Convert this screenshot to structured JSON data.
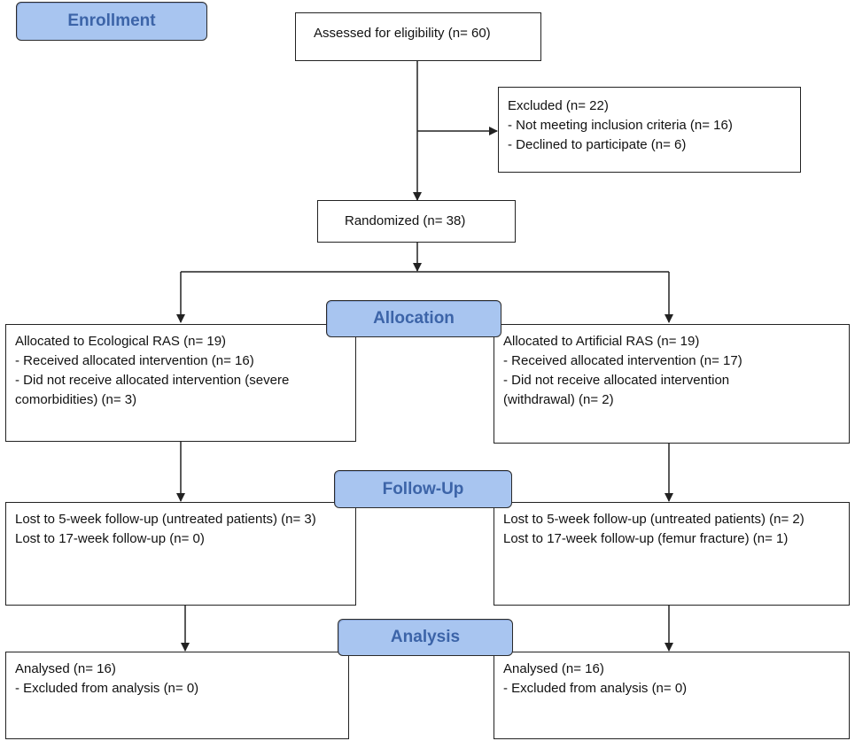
{
  "stages": {
    "enrollment": "Enrollment",
    "allocation": "Allocation",
    "follow_up": "Follow-Up",
    "analysis": "Analysis"
  },
  "assessed": "Assessed for eligibility (n= 60)",
  "excluded": {
    "title": "Excluded  (n= 22)",
    "items": [
      "-  Not meeting inclusion criteria (n= 16)",
      "-  Declined to participate (n= 6)"
    ]
  },
  "randomized": "Randomized  (n= 38)",
  "left": {
    "allocation": {
      "title": "Allocated to Ecological RAS (n= 19)",
      "received": "- Received allocated intervention  (n= 16)",
      "not_received": "- Did not receive allocated intervention  (severe comorbidities) (n= 3)"
    },
    "follow_up": {
      "line1": "Lost to 5-week follow-up  (untreated  patients) (n= 3)",
      "line2": "Lost to 17-week follow-up  (n= 0)"
    },
    "analysis": {
      "title": "Analysed  (n= 16)",
      "excluded": "- Excluded from analysis (n= 0)"
    }
  },
  "right": {
    "allocation": {
      "title": "Allocated to Artificial RAS (n= 19)",
      "received": "- Received  allocated intervention  (n= 17)",
      "not_received": "- Did not receive allocated intervention (withdrawal)  (n=  2)"
    },
    "follow_up": {
      "line1": "Lost to 5-week follow-up  (untreated  patients) (n= 2)",
      "line2": "Lost to 17-week follow-up  (femur fracture)  (n= 1)"
    },
    "analysis": {
      "title": "Analysed  (n= 16)",
      "excluded": "- Excluded  from  analysis (n= 0)"
    }
  }
}
